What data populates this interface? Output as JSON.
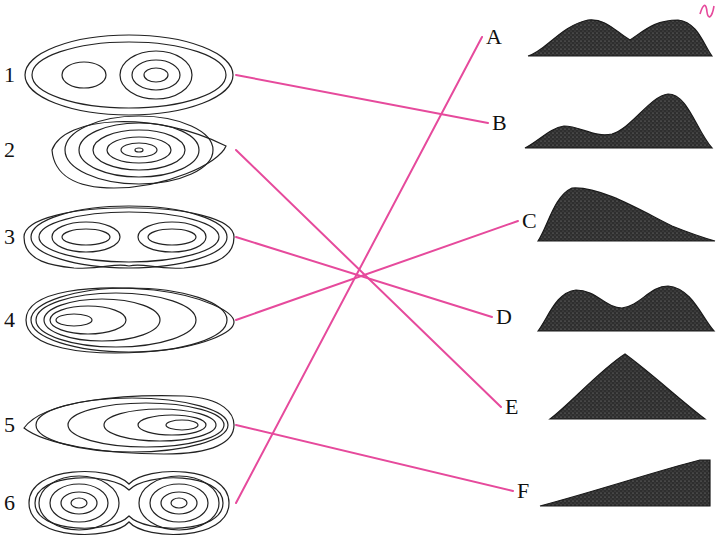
{
  "diagram": {
    "nodes": [
      {
        "text": [
          "1"
        ]
      },
      {
        "text": [
          "2"
        ]
      },
      {
        "text": [
          "3"
        ]
      },
      {
        "text": [
          "4"
        ]
      },
      {
        "text": [
          "5"
        ]
      },
      {
        "text": [
          "6"
        ]
      },
      {
        "text": [
          "A"
        ]
      },
      {
        "text": [
          "B"
        ]
      },
      {
        "text": [
          "C"
        ]
      },
      {
        "text": [
          "D"
        ]
      },
      {
        "text": [
          "E"
        ]
      },
      {
        "text": [
          "F"
        ]
      }
    ],
    "edges": [
      {
        "from": 0,
        "to": 7,
        "arrow": "none"
      },
      {
        "from": 1,
        "to": 10,
        "arrow": "none"
      },
      {
        "from": 2,
        "to": 9,
        "arrow": "none"
      },
      {
        "from": 3,
        "to": 8,
        "arrow": "none"
      },
      {
        "from": 4,
        "to": 11,
        "arrow": "none"
      },
      {
        "from": 5,
        "to": 6,
        "arrow": "none"
      }
    ]
  }
}
